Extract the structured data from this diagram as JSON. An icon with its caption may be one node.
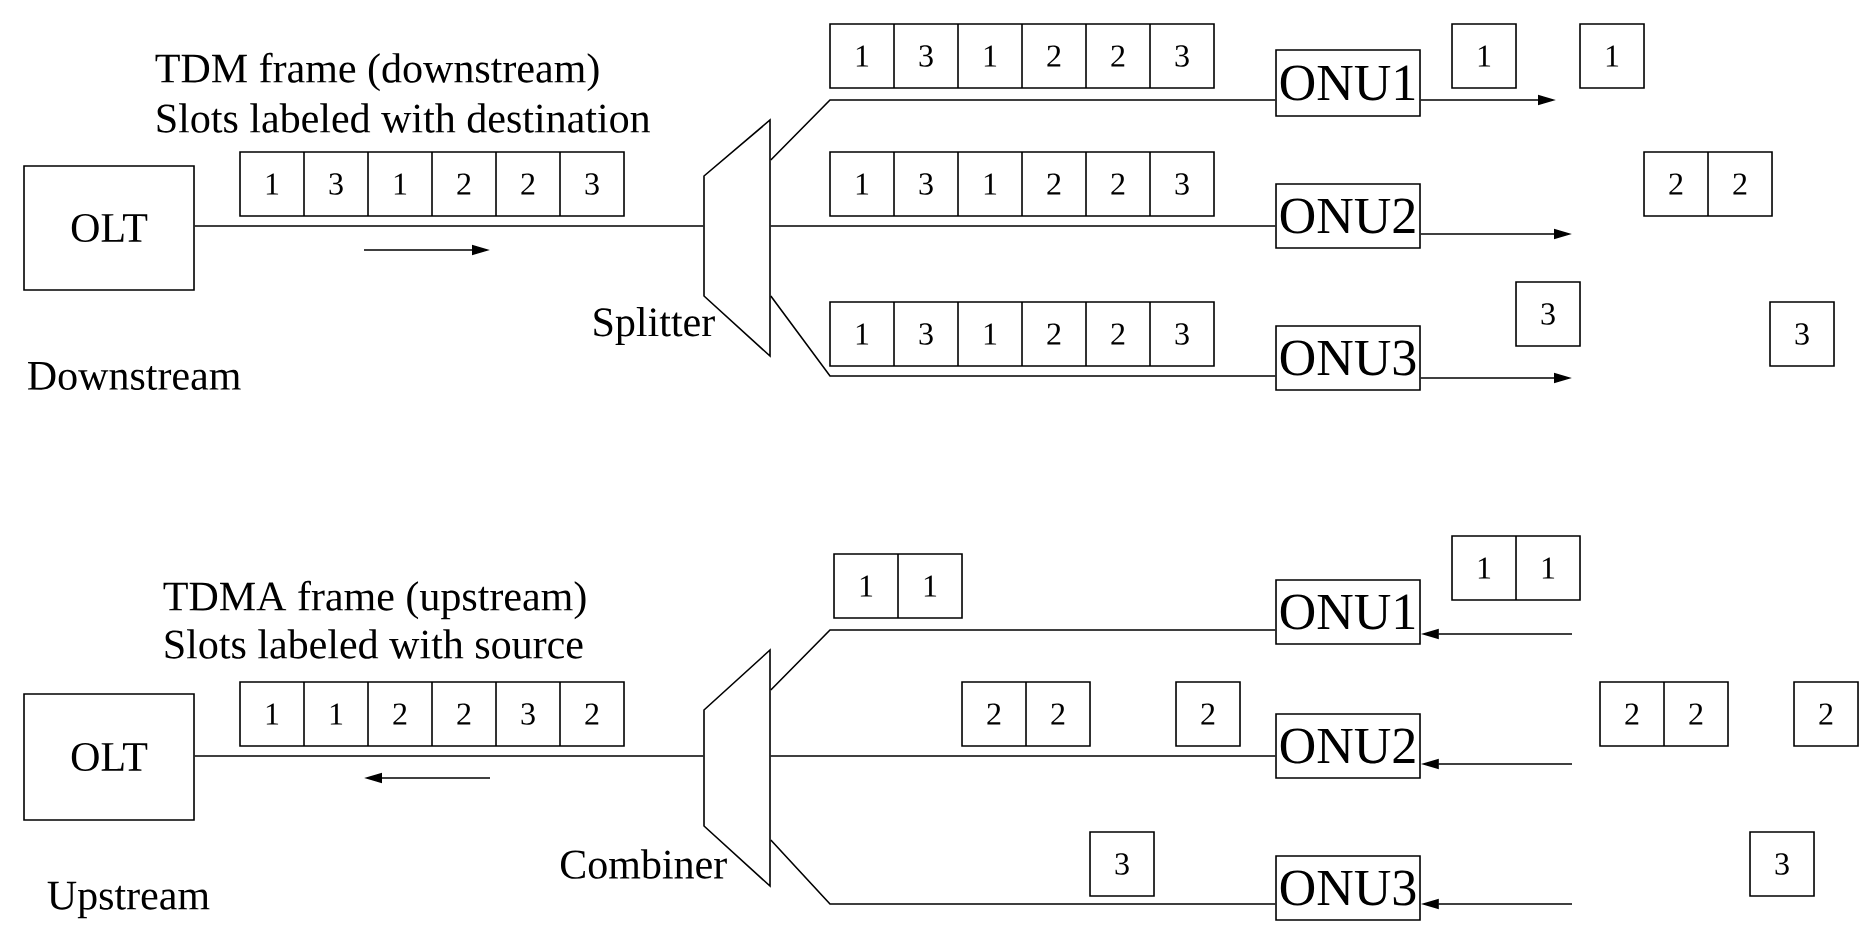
{
  "diagram": {
    "nodes": [
      {
        "text": [
          "OLT"
        ]
      },
      {
        "text": [
          "1",
          "3",
          "1",
          "2",
          "2",
          "3"
        ]
      },
      {
        "text": [],
        "shape": "trapezoid",
        "beside": [
          "Splitter"
        ]
      },
      {
        "text": [
          "1",
          "3",
          "1",
          "2",
          "2",
          "3"
        ]
      },
      {
        "text": [
          "ONU1"
        ]
      },
      {
        "text": [
          "1"
        ]
      },
      {
        "text": [
          "1"
        ]
      },
      {
        "text": [
          "1",
          "3",
          "1",
          "2",
          "2",
          "3"
        ]
      },
      {
        "text": [
          "ONU2"
        ]
      },
      {
        "text": [
          "2",
          "2"
        ]
      },
      {
        "text": [
          "1",
          "3",
          "1",
          "2",
          "2",
          "3"
        ]
      },
      {
        "text": [
          "ONU3"
        ]
      },
      {
        "text": [
          "3"
        ]
      },
      {
        "text": [
          "3"
        ]
      },
      {
        "text": [
          "OLT"
        ]
      },
      {
        "text": [
          "1",
          "1",
          "2",
          "2",
          "3",
          "2"
        ]
      },
      {
        "text": [],
        "shape": "trapezoid",
        "beside": [
          "Combiner"
        ]
      },
      {
        "text": [
          "1",
          "1"
        ]
      },
      {
        "text": [
          "ONU1"
        ]
      },
      {
        "text": [
          "1",
          "1"
        ]
      },
      {
        "text": [
          "2",
          "2"
        ]
      },
      {
        "text": [
          "2"
        ]
      },
      {
        "text": [
          "ONU2"
        ]
      },
      {
        "text": [
          "2",
          "2"
        ]
      },
      {
        "text": [
          "2"
        ]
      },
      {
        "text": [
          "3"
        ]
      },
      {
        "text": [
          "ONU3"
        ]
      },
      {
        "text": [
          "3"
        ]
      }
    ],
    "edges": [
      {
        "from": 0,
        "to": 2,
        "arrow": "none"
      },
      {
        "from": 2,
        "to": 4,
        "arrow": "none"
      },
      {
        "from": 2,
        "to": 8,
        "arrow": "none"
      },
      {
        "from": 2,
        "to": 11,
        "arrow": "none"
      },
      {
        "from": 4,
        "to": null,
        "arrow": "to"
      },
      {
        "from": 8,
        "to": null,
        "arrow": "to"
      },
      {
        "from": 11,
        "to": null,
        "arrow": "to"
      },
      {
        "from": 14,
        "to": 16,
        "arrow": "none"
      },
      {
        "from": 16,
        "to": 18,
        "arrow": "none"
      },
      {
        "from": 16,
        "to": 22,
        "arrow": "none"
      },
      {
        "from": 16,
        "to": 26,
        "arrow": "none"
      },
      {
        "from": null,
        "to": 18,
        "arrow": "to"
      },
      {
        "from": null,
        "to": 22,
        "arrow": "to"
      },
      {
        "from": null,
        "to": 26,
        "arrow": "to"
      }
    ],
    "labels": [
      "TDM frame (downstream)",
      "Slots labeled with destination",
      "Downstream",
      "TDMA frame (upstream)",
      "Slots labeled with source",
      "Upstream"
    ]
  }
}
